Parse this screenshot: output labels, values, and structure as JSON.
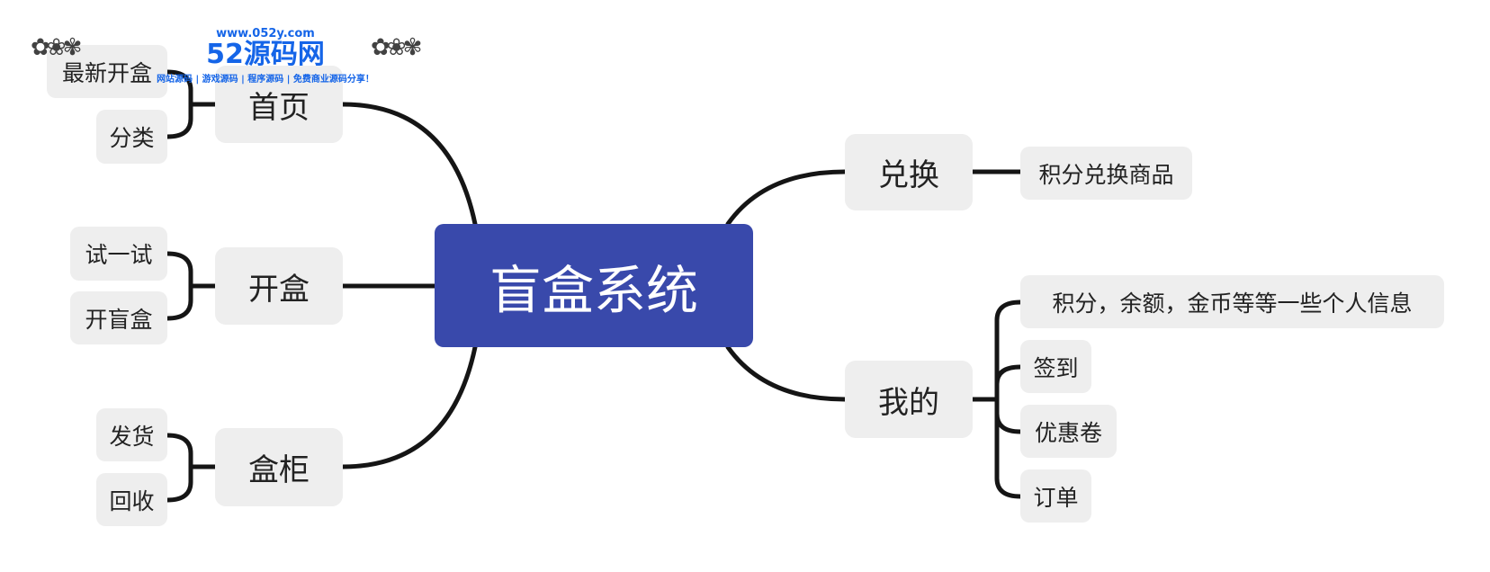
{
  "center": {
    "label": "盲盒系统",
    "color": "#3949ab"
  },
  "branches": {
    "home": {
      "label": "首页",
      "children": [
        "最新开盒",
        "分类"
      ]
    },
    "open": {
      "label": "开盒",
      "children": [
        "试一试",
        "开盲盒"
      ]
    },
    "cabinet": {
      "label": "盒柜",
      "children": [
        "发货",
        "回收"
      ]
    },
    "exchange": {
      "label": "兑换",
      "children": [
        "积分兑换商品"
      ]
    },
    "mine": {
      "label": "我的",
      "children": [
        "积分，余额，金币等等一些个人信息",
        "签到",
        "优惠卷",
        "订单"
      ]
    }
  },
  "logo": {
    "url": "www.052y.com",
    "name": "52源码网",
    "tagline": "网站源码 | 游戏源码 | 程序源码 | 免费商业源码分享！"
  }
}
